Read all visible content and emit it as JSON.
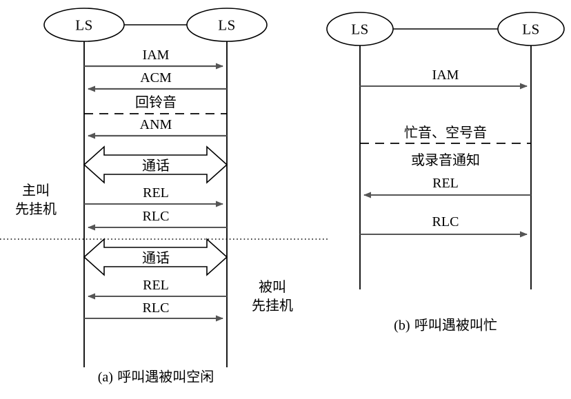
{
  "figure": {
    "type": "sequence-diagram",
    "node_label": "LS",
    "panels": [
      {
        "id": "a",
        "caption": "(a) 呼叫遇被叫空闲",
        "caption_index": "(a)",
        "caption_text": "呼叫遇被叫空闲",
        "nodes": [
          {
            "id": "a-left",
            "label": "LS"
          },
          {
            "id": "a-right",
            "label": "LS"
          }
        ],
        "side_notes": [
          {
            "id": "a-note-caller",
            "lines": [
              "主叫",
              "先挂机"
            ]
          },
          {
            "id": "a-note-callee",
            "lines": [
              "被叫",
              "先挂机"
            ]
          }
        ],
        "messages": [
          {
            "id": "a-iam",
            "label": "IAM",
            "style": "arrow-solid",
            "direction": "right"
          },
          {
            "id": "a-acm",
            "label": "ACM",
            "style": "arrow-solid",
            "direction": "left"
          },
          {
            "id": "a-ring",
            "label": "回铃音",
            "style": "dashed-line",
            "direction": "none"
          },
          {
            "id": "a-anm",
            "label": "ANM",
            "style": "arrow-solid",
            "direction": "left"
          },
          {
            "id": "a-talk1",
            "label": "通话",
            "style": "double-arrow",
            "direction": "both"
          },
          {
            "id": "a-rel1",
            "label": "REL",
            "style": "arrow-solid",
            "direction": "right"
          },
          {
            "id": "a-rlc1",
            "label": "RLC",
            "style": "arrow-solid",
            "direction": "left"
          },
          {
            "id": "a-talk2",
            "label": "通话",
            "style": "double-arrow",
            "direction": "both"
          },
          {
            "id": "a-rel2",
            "label": "REL",
            "style": "arrow-solid",
            "direction": "left"
          },
          {
            "id": "a-rlc2",
            "label": "RLC",
            "style": "arrow-solid",
            "direction": "right"
          }
        ]
      },
      {
        "id": "b",
        "caption": "(b) 呼叫遇被叫忙",
        "caption_index": "(b)",
        "caption_text": "呼叫遇被叫忙",
        "nodes": [
          {
            "id": "b-left",
            "label": "LS"
          },
          {
            "id": "b-right",
            "label": "LS"
          }
        ],
        "side_notes": [],
        "messages": [
          {
            "id": "b-iam",
            "label": "IAM",
            "style": "arrow-solid",
            "direction": "right"
          },
          {
            "id": "b-tone1",
            "label": "忙音、空号音",
            "style": "text-only",
            "direction": "none"
          },
          {
            "id": "b-tone2",
            "label": "或录音通知",
            "style": "dashed-line",
            "direction": "none"
          },
          {
            "id": "b-rel",
            "label": "REL",
            "style": "arrow-solid",
            "direction": "left"
          },
          {
            "id": "b-rlc",
            "label": "RLC",
            "style": "arrow-solid",
            "direction": "right"
          }
        ]
      }
    ],
    "separator": {
      "id": "panel-a-hangup-divider",
      "style": "dotted"
    },
    "colors": {
      "background": "#ffffff",
      "stroke": "#000000",
      "arrow_stroke": "#555555",
      "text": "#000000"
    }
  }
}
